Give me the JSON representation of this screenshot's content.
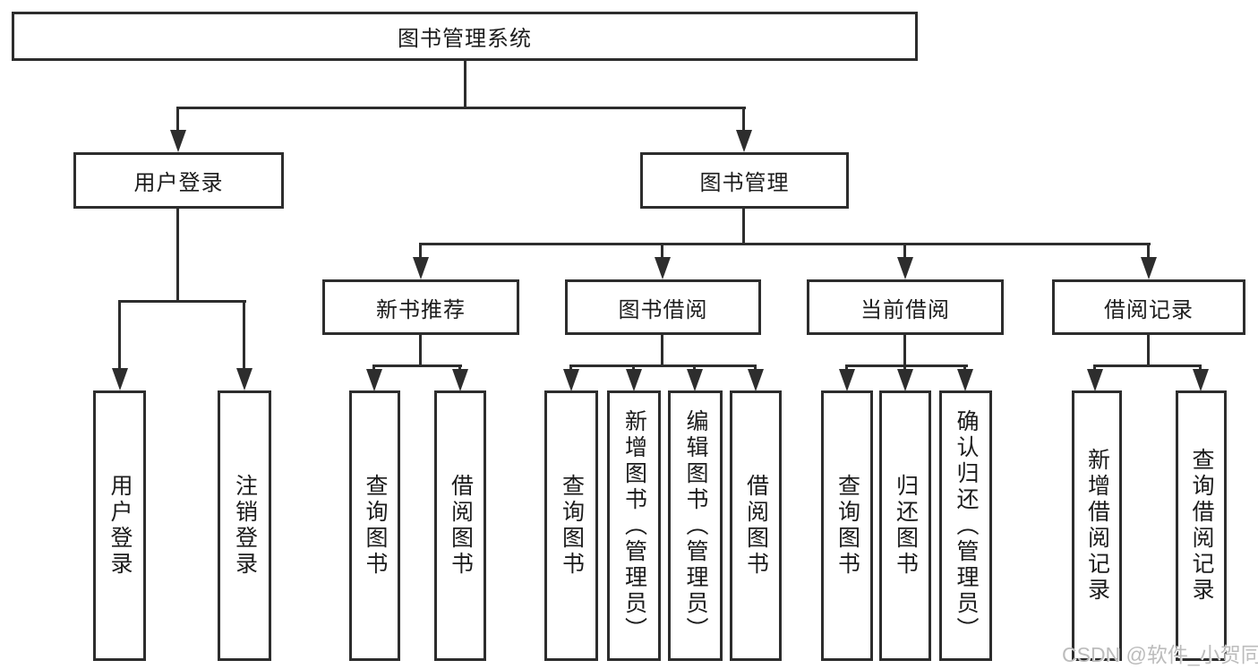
{
  "colors": {
    "line": "#2d2d2d",
    "text": "#1c1c1c",
    "watermark": "#bcbcbc",
    "background": "#ffffff"
  },
  "watermark": {
    "text": "CSDN @软件_小贺同学"
  },
  "tree": {
    "root": {
      "label": "图书管理系统",
      "children": [
        {
          "label": "用户登录",
          "children": [
            {
              "label": "用户登录"
            },
            {
              "label": "注销登录"
            }
          ]
        },
        {
          "label": "图书管理",
          "children": [
            {
              "label": "新书推荐",
              "children": [
                {
                  "label": "查询图书"
                },
                {
                  "label": "借阅图书"
                }
              ]
            },
            {
              "label": "图书借阅",
              "children": [
                {
                  "label": "查询图书"
                },
                {
                  "label": "新增图书（管理员）"
                },
                {
                  "label": "编辑图书（管理员）"
                },
                {
                  "label": "借阅图书"
                }
              ]
            },
            {
              "label": "当前借阅",
              "children": [
                {
                  "label": "查询图书"
                },
                {
                  "label": "归还图书"
                },
                {
                  "label": "确认归还（管理员）"
                }
              ]
            },
            {
              "label": "借阅记录",
              "children": [
                {
                  "label": "新增借阅记录"
                },
                {
                  "label": "查询借阅记录"
                }
              ]
            }
          ]
        }
      ]
    }
  }
}
